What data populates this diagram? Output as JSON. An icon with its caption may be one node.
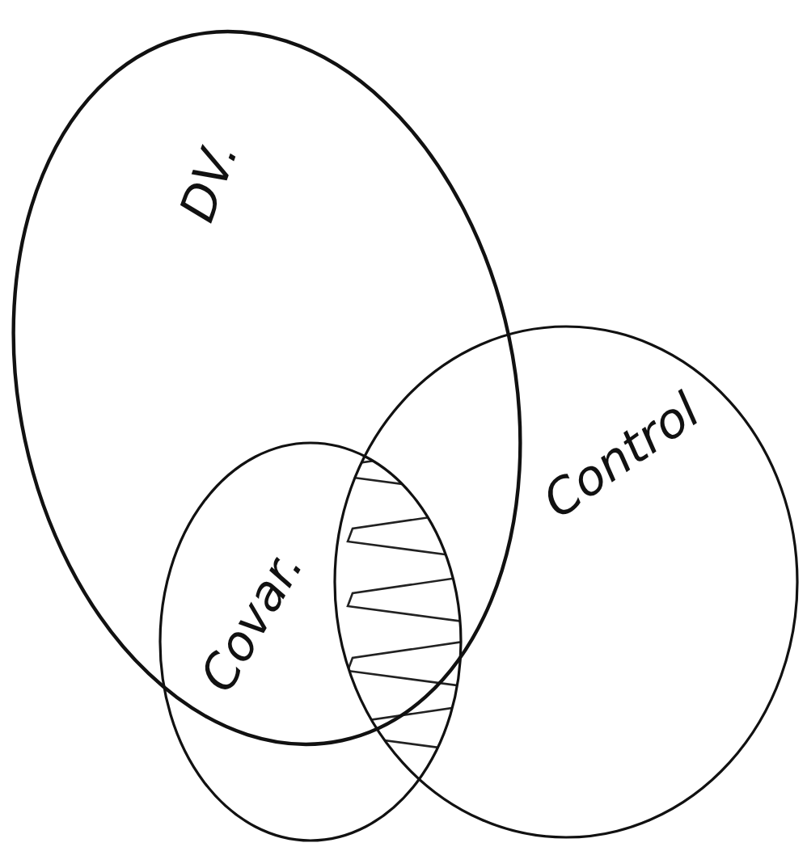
{
  "diagram": {
    "nodes": [
      {
        "text": [
          "DV."
        ]
      },
      {
        "text": [
          "Covar."
        ]
      },
      {
        "text": [
          "Control"
        ]
      }
    ]
  }
}
